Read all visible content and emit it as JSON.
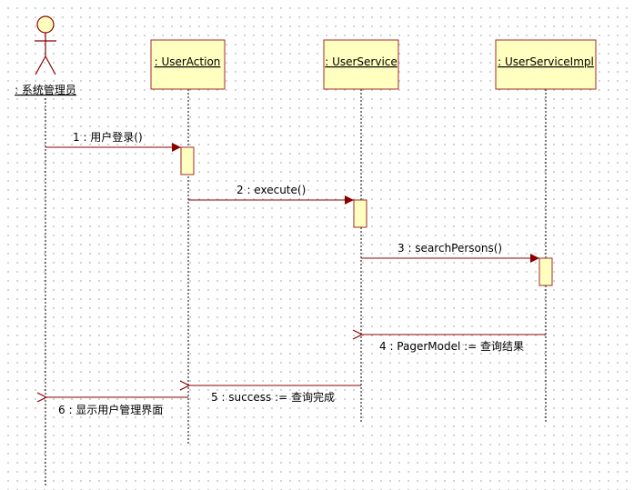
{
  "diagram": {
    "actor": {
      "label": ": 系统管理员",
      "icon": "stick-figure-actor-icon"
    },
    "lifelines": [
      {
        "key": "useraction",
        "label": ": UserAction"
      },
      {
        "key": "userservice",
        "label": ": UserService"
      },
      {
        "key": "userserviceimpl",
        "label": ": UserServiceImpl"
      }
    ],
    "messages": [
      {
        "label": "1 : 用户登录()",
        "kind": "call"
      },
      {
        "label": "2 : execute()",
        "kind": "call"
      },
      {
        "label": "3 : searchPersons()",
        "kind": "call"
      },
      {
        "label": "4 : PagerModel := 查询结果",
        "kind": "return"
      },
      {
        "label": "5 : success := 查询完成",
        "kind": "return"
      },
      {
        "label": "6 : 显示用户管理界面",
        "kind": "return"
      }
    ],
    "colors": {
      "lifeline_box_fill": "#ffffc0",
      "lifeline_box_border": "#a52a2a",
      "activation_fill": "#ffffc0",
      "message_line": "#8b0000",
      "actor_stroke": "#8b0000"
    }
  }
}
